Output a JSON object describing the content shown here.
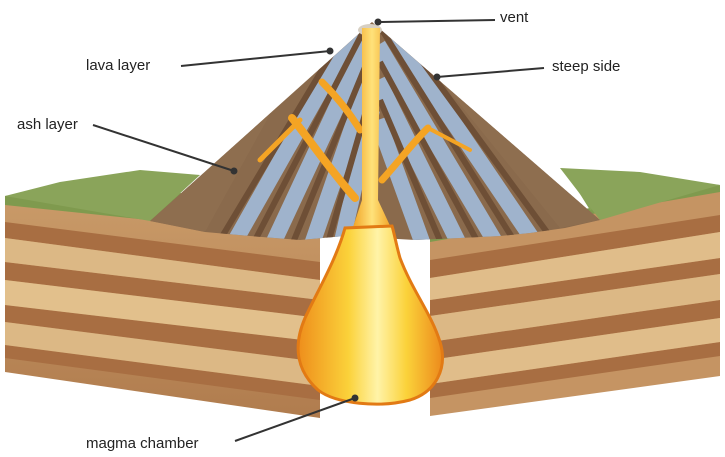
{
  "labels": {
    "vent": "vent",
    "lava_layer": "lava layer",
    "steep_side": "steep side",
    "ash_layer": "ash layer",
    "magma_chamber": "magma chamber"
  },
  "colors": {
    "ground_tan": "#d9b27c",
    "ground_brown": "#b98654",
    "grass": "#7f9a4e",
    "ash_slope": "#8a6a4c",
    "lava_band": "#9fb3cc",
    "magma_yellow": "#fbd23a",
    "magma_orange": "#ee9a22",
    "leader_line": "#333333"
  }
}
